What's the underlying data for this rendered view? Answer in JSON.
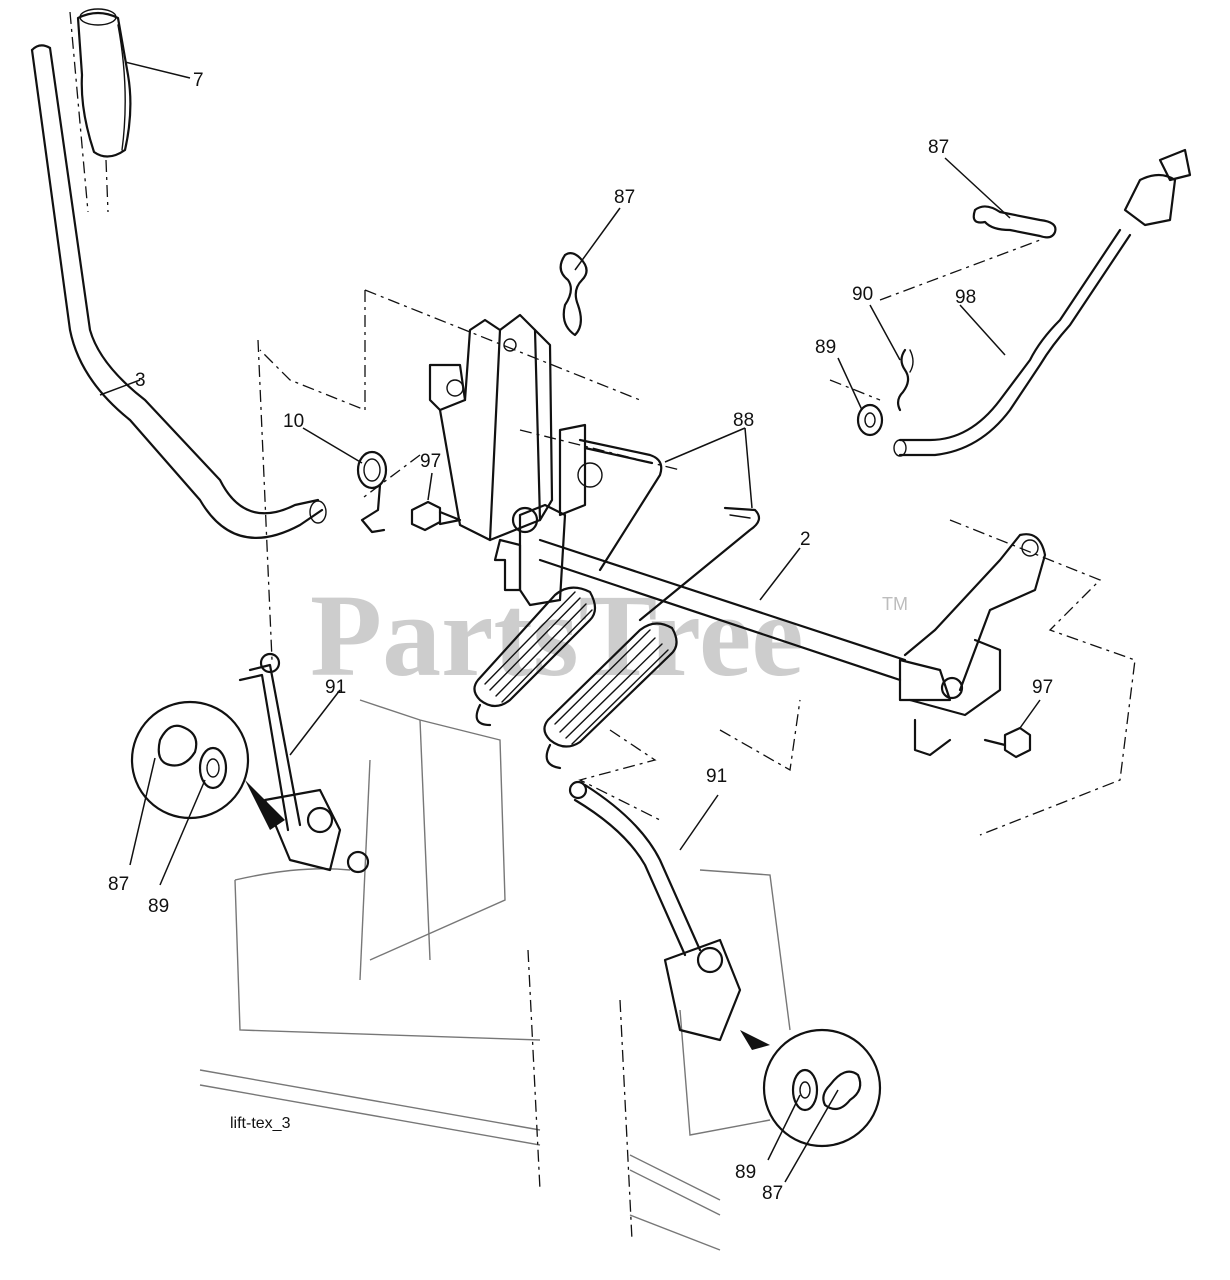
{
  "diagram": {
    "code": "lift-tex_3",
    "watermark": "PartsTree",
    "watermark_tm": "TM",
    "callouts": {
      "c7": "7",
      "c3": "3",
      "c10": "10",
      "c97a": "97",
      "c87a": "87",
      "c88": "88",
      "c2": "2",
      "c87b": "87",
      "c90": "90",
      "c98": "98",
      "c89a": "89",
      "c97b": "97",
      "c91a": "91",
      "c87c": "87",
      "c89b": "89",
      "c91b": "91",
      "c89c": "89",
      "c87d": "87"
    }
  }
}
